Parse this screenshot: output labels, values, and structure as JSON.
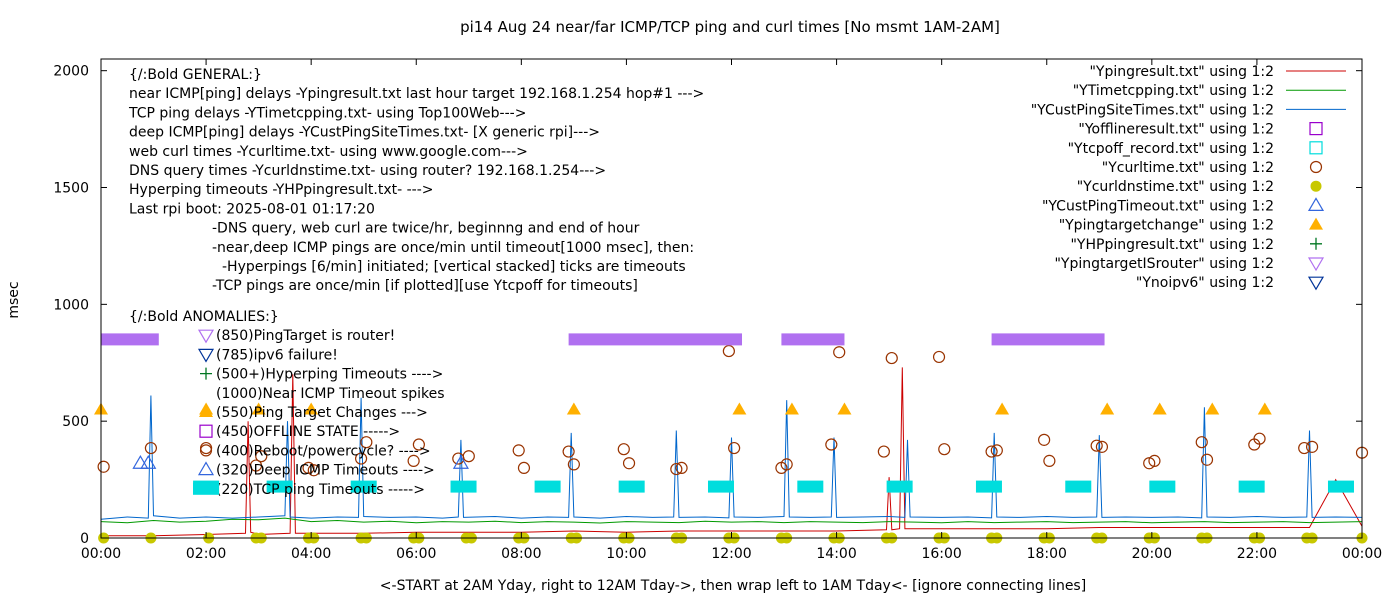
{
  "chart_data": {
    "type": "scatter",
    "title": "pi14 Aug 24  near/far ICMP/TCP ping and curl times [No msmt 1AM-2AM]",
    "xlabel": "<-START at 2AM Yday, right to 12AM Tday->, then wrap left to 1AM Tday<- [ignore connecting lines]",
    "ylabel": "msec",
    "xlim": [
      0,
      24
    ],
    "ylim": [
      0,
      2050
    ],
    "x_ticks": [
      0,
      2,
      4,
      6,
      8,
      10,
      12,
      14,
      16,
      18,
      20,
      22,
      24
    ],
    "x_tick_labels": [
      "00:00",
      "02:00",
      "04:00",
      "06:00",
      "08:00",
      "10:00",
      "12:00",
      "14:00",
      "16:00",
      "18:00",
      "20:00",
      "22:00",
      "00:00"
    ],
    "y_ticks": [
      0,
      500,
      1000,
      1500,
      2000
    ],
    "y_tick_labels": [
      "0",
      "500",
      "1000",
      "1500",
      "2000"
    ],
    "grid": false,
    "legend_position": "top-right",
    "colors": {
      "ping": "#cc0000",
      "tcp": "#009900",
      "cust": "#0066cc",
      "offline": "#9900cc",
      "tcpoff": "#00dddd",
      "curl": "#993300",
      "dns": "#c8c800",
      "custTimeout": "#3366dd",
      "targetChange": "#ffb000",
      "hpping": "#007722",
      "router": "#b070f0",
      "noipv6": "#003399"
    },
    "annotations": [
      "{/:Bold GENERAL:}",
      "near ICMP[ping] delays -Ypingresult.txt last hour target 192.168.1.254 hop#1 --->",
      "TCP ping delays -YTimetcpping.txt- using Top100Web--->",
      "deep ICMP[ping] delays -YCustPingSiteTimes.txt- [X generic rpi]--->",
      "web curl times -Ycurltime.txt- using www.google.com--->",
      "DNS query times -Ycurldnstime.txt- using router? 192.168.1.254--->",
      "Hyperping timeouts -YHPpingresult.txt- --->",
      "Last rpi boot: 2025-08-01 01:17:20",
      "-DNS query, web curl are twice/hr, beginnng and end of hour",
      "-near,deep ICMP pings are once/min until timeout[1000 msec], then:",
      "-Hyperpings [6/min] initiated; [vertical stacked] ticks are timeouts",
      "-TCP pings are once/min [if plotted][use Ytcpoff for timeouts]",
      "{/:Bold ANOMALIES:}",
      "(850)PingTarget is router!",
      "(785)ipv6 failure!",
      "(500+)Hyperping Timeouts ---->",
      "(1000)Near ICMP Timeout spikes",
      "(550)Ping Target Changes --->",
      "(450)OFFLINE STATE ----->",
      "(400)Reboot/powercycle? ---->",
      "(320)Deep ICMP Timeouts ---->",
      "(220)TCP ping Timeouts ----->"
    ],
    "legend": [
      "\"Ypingresult.txt\" using 1:2",
      "\"YTimetcpping.txt\" using 1:2",
      "\"YCustPingSiteTimes.txt\" using 1:2",
      "\"Yofflineresult.txt\" using 1:2",
      "\"Ytcpoff_record.txt\" using 1:2",
      "\"Ycurltime.txt\" using 1:2",
      "\"Ycurldnstime.txt\" using 1:2",
      "\"YCustPingTimeout.txt\" using 1:2",
      "\"Ypingtargetchange\" using 1:2",
      "\"YHPpingresult.txt\" using 1:2",
      "\"YpingtargetISrouter\" using 1:2",
      "\"Ynoipv6\" using 1:2"
    ],
    "series": [
      {
        "name": "\"Ypingresult.txt\" using 1:2",
        "kind": "line",
        "x": [
          0.0,
          1.0,
          2.0,
          2.75,
          2.8,
          2.85,
          3.0,
          3.6,
          3.65,
          3.7,
          4.5,
          5.0,
          6.0,
          7.0,
          8.0,
          9.0,
          10.0,
          11.0,
          12.0,
          13.0,
          14.0,
          14.95,
          15.0,
          15.05,
          15.2,
          15.25,
          15.3,
          16.0,
          17.0,
          18.0,
          19.0,
          20.0,
          21.0,
          22.0,
          23.0,
          23.5,
          24.0
        ],
        "y": [
          10,
          10,
          15,
          20,
          500,
          25,
          15,
          20,
          700,
          20,
          20,
          20,
          25,
          25,
          25,
          30,
          25,
          30,
          30,
          30,
          30,
          35,
          260,
          35,
          40,
          730,
          40,
          40,
          40,
          40,
          45,
          45,
          45,
          45,
          45,
          250,
          50
        ]
      },
      {
        "name": "\"YTimetcpping.txt\" using 1:2",
        "kind": "line",
        "x": [
          0.0,
          0.5,
          1.0,
          1.5,
          2.0,
          2.5,
          3.0,
          3.5,
          4.0,
          4.5,
          5.0,
          5.5,
          6.0,
          6.5,
          7.0,
          7.5,
          8.0,
          8.5,
          9.0,
          9.5,
          10.0,
          10.5,
          11.0,
          11.5,
          12.0,
          12.5,
          13.0,
          13.5,
          14.0,
          14.5,
          15.0,
          15.5,
          16.0,
          16.5,
          17.0,
          17.5,
          18.0,
          18.5,
          19.0,
          19.5,
          20.0,
          20.5,
          21.0,
          21.5,
          22.0,
          22.5,
          23.0,
          23.5,
          24.0
        ],
        "y": [
          70,
          65,
          75,
          68,
          72,
          80,
          78,
          85,
          70,
          75,
          68,
          72,
          65,
          70,
          68,
          72,
          66,
          70,
          68,
          64,
          70,
          68,
          66,
          72,
          68,
          70,
          66,
          70,
          68,
          66,
          70,
          68,
          65,
          70,
          66,
          68,
          70,
          66,
          68,
          70,
          65,
          68,
          70,
          66,
          68,
          70,
          66,
          68,
          70
        ]
      },
      {
        "name": "\"YCustPingSiteTimes.txt\" using 1:2",
        "kind": "line",
        "x": [
          0.0,
          0.5,
          0.9,
          0.95,
          1.0,
          1.5,
          2.0,
          2.5,
          3.0,
          3.5,
          3.55,
          3.6,
          4.0,
          4.5,
          4.9,
          4.95,
          5.0,
          5.5,
          6.0,
          6.5,
          6.8,
          6.85,
          6.9,
          7.5,
          8.0,
          8.5,
          8.9,
          8.95,
          9.0,
          9.5,
          10.0,
          10.5,
          10.9,
          10.95,
          11.0,
          11.5,
          11.95,
          12.0,
          12.05,
          12.5,
          13.0,
          13.05,
          13.1,
          13.5,
          13.9,
          13.95,
          14.0,
          14.5,
          15.0,
          15.3,
          15.35,
          15.4,
          16.0,
          16.5,
          16.95,
          17.0,
          17.05,
          17.5,
          18.0,
          18.5,
          18.95,
          19.0,
          19.05,
          19.5,
          20.0,
          20.5,
          20.95,
          21.0,
          21.05,
          21.5,
          22.0,
          22.5,
          22.95,
          23.0,
          23.05,
          23.5,
          24.0
        ],
        "y": [
          80,
          90,
          85,
          610,
          95,
          85,
          90,
          85,
          90,
          95,
          500,
          90,
          85,
          90,
          88,
          600,
          92,
          88,
          90,
          85,
          90,
          420,
          88,
          92,
          85,
          90,
          88,
          450,
          90,
          85,
          92,
          88,
          90,
          460,
          88,
          90,
          86,
          430,
          90,
          88,
          92,
          590,
          90,
          88,
          90,
          430,
          88,
          90,
          92,
          88,
          420,
          90,
          88,
          90,
          86,
          450,
          90,
          88,
          92,
          88,
          90,
          440,
          88,
          90,
          88,
          90,
          86,
          560,
          90,
          88,
          92,
          88,
          90,
          460,
          88,
          90,
          88
        ]
      },
      {
        "name": "\"Yofflineresult.txt\" using 1:2",
        "kind": "points",
        "marker": "square-open",
        "x": [],
        "y": []
      },
      {
        "name": "\"Ytcpoff_record.txt\" using 1:2",
        "kind": "points",
        "marker": "square-filled",
        "x": [
          2.0,
          3.4,
          5.0,
          6.9,
          8.5,
          10.1,
          11.8,
          13.5,
          15.2,
          16.9,
          18.6,
          20.2,
          21.9,
          23.6
        ],
        "y": [
          220,
          220,
          220,
          220,
          220,
          220,
          220,
          220,
          220,
          220,
          220,
          220,
          220,
          220
        ]
      },
      {
        "name": "\"Ycurltime.txt\" using 1:2",
        "kind": "points",
        "marker": "circle-open",
        "x": [
          0.05,
          0.95,
          2.0,
          2.95,
          3.05,
          3.95,
          4.05,
          4.95,
          5.05,
          5.95,
          6.05,
          6.8,
          7.0,
          7.95,
          8.05,
          8.9,
          9.0,
          9.95,
          10.05,
          10.95,
          11.05,
          11.95,
          12.05,
          12.95,
          13.05,
          13.9,
          14.05,
          14.9,
          15.05,
          15.95,
          16.05,
          16.95,
          17.05,
          17.95,
          18.05,
          18.95,
          19.05,
          19.95,
          20.05,
          20.95,
          21.05,
          21.95,
          22.05,
          22.9,
          23.05,
          24.0
        ],
        "y": [
          305,
          385,
          385,
          310,
          350,
          300,
          290,
          340,
          410,
          330,
          400,
          340,
          350,
          375,
          300,
          370,
          315,
          380,
          320,
          295,
          300,
          800,
          385,
          300,
          315,
          400,
          795,
          370,
          770,
          775,
          380,
          370,
          375,
          420,
          330,
          395,
          390,
          320,
          330,
          410,
          335,
          400,
          425,
          385,
          390,
          365
        ]
      },
      {
        "name": "\"Ycurldnstime.txt\" using 1:2",
        "kind": "points",
        "marker": "circle-filled",
        "x": [
          0.05,
          0.95,
          2.05,
          2.95,
          3.05,
          3.95,
          4.05,
          4.95,
          5.05,
          5.95,
          6.05,
          6.95,
          7.05,
          7.95,
          8.05,
          8.95,
          9.05,
          9.95,
          10.05,
          10.95,
          11.05,
          11.95,
          12.05,
          12.95,
          13.05,
          13.95,
          14.05,
          14.95,
          15.05,
          15.95,
          16.05,
          16.95,
          17.05,
          17.95,
          18.05,
          18.95,
          19.05,
          19.95,
          20.05,
          20.95,
          21.05,
          21.95,
          22.05,
          22.95,
          23.05,
          24.0
        ],
        "y": [
          0,
          0,
          0,
          0,
          0,
          0,
          0,
          0,
          0,
          0,
          0,
          0,
          0,
          0,
          0,
          0,
          0,
          0,
          0,
          0,
          0,
          0,
          0,
          0,
          0,
          0,
          0,
          0,
          0,
          0,
          0,
          0,
          0,
          0,
          0,
          0,
          0,
          0,
          0,
          0,
          0,
          0,
          0,
          0,
          0,
          0
        ]
      },
      {
        "name": "\"YCustPingTimeout.txt\" using 1:2",
        "kind": "points",
        "marker": "triangle-up-open",
        "x": [
          0.75,
          0.9,
          6.85
        ],
        "y": [
          320,
          320,
          320
        ]
      },
      {
        "name": "\"Ypingtargetchange\" using 1:2",
        "kind": "points",
        "marker": "triangle-up-filled",
        "x": [
          0.0,
          2.0,
          3.0,
          4.0,
          9.0,
          12.15,
          13.15,
          14.15,
          17.15,
          19.15,
          20.15,
          21.15,
          22.15
        ],
        "y": [
          550,
          550,
          550,
          550,
          550,
          550,
          550,
          550,
          550,
          550,
          550,
          550,
          550
        ]
      },
      {
        "name": "\"YHPpingresult.txt\" using 1:2",
        "kind": "points",
        "marker": "plus",
        "x": [],
        "y": []
      },
      {
        "name": "\"YpingtargetISrouter\" using 1:2",
        "kind": "bands",
        "marker": "triangle-down-open",
        "ranges": [
          [
            0.0,
            1.1
          ],
          [
            8.9,
            12.2
          ],
          [
            12.95,
            14.15
          ],
          [
            16.95,
            19.1
          ]
        ],
        "y": 850
      },
      {
        "name": "\"Ynoipv6\" using 1:2",
        "kind": "points",
        "marker": "triangle-down-open",
        "x": [],
        "y": []
      }
    ]
  }
}
